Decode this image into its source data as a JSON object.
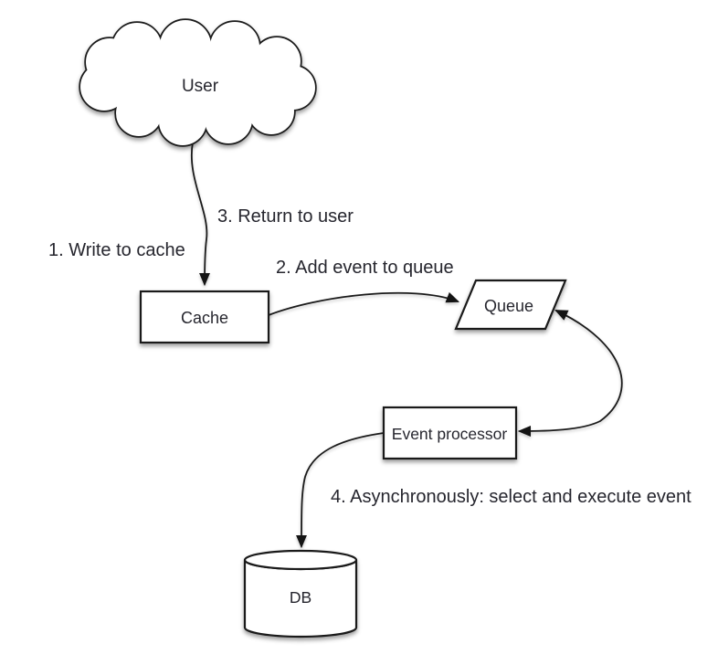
{
  "diagram": {
    "type": "flow-diagram",
    "colors": {
      "stroke": "#1a1a1a",
      "text": "#26262e",
      "shape_fill": "#ffffff",
      "background": "#ffffff"
    },
    "nodes": {
      "user": {
        "label": "User",
        "shape": "cloud"
      },
      "cache": {
        "label": "Cache",
        "shape": "rectangle"
      },
      "queue": {
        "label": "Queue",
        "shape": "parallelogram"
      },
      "event_processor": {
        "label": "Event processor",
        "shape": "rectangle"
      },
      "db": {
        "label": "DB",
        "shape": "cylinder"
      }
    },
    "labels": {
      "step1": "1. Write to cache",
      "step2": "2. Add event to queue",
      "step3": "3. Return to user",
      "step4": "4. Asynchronously: select and execute event"
    },
    "edges": [
      {
        "from": "user",
        "to": "cache",
        "style": "curved",
        "arrow": "end"
      },
      {
        "from": "cache",
        "to": "queue",
        "style": "curved",
        "arrow": "end"
      },
      {
        "from": "queue",
        "to": "event_processor",
        "style": "curved",
        "arrow": "both"
      },
      {
        "from": "event_processor",
        "to": "db",
        "style": "curved",
        "arrow": "end"
      }
    ]
  }
}
